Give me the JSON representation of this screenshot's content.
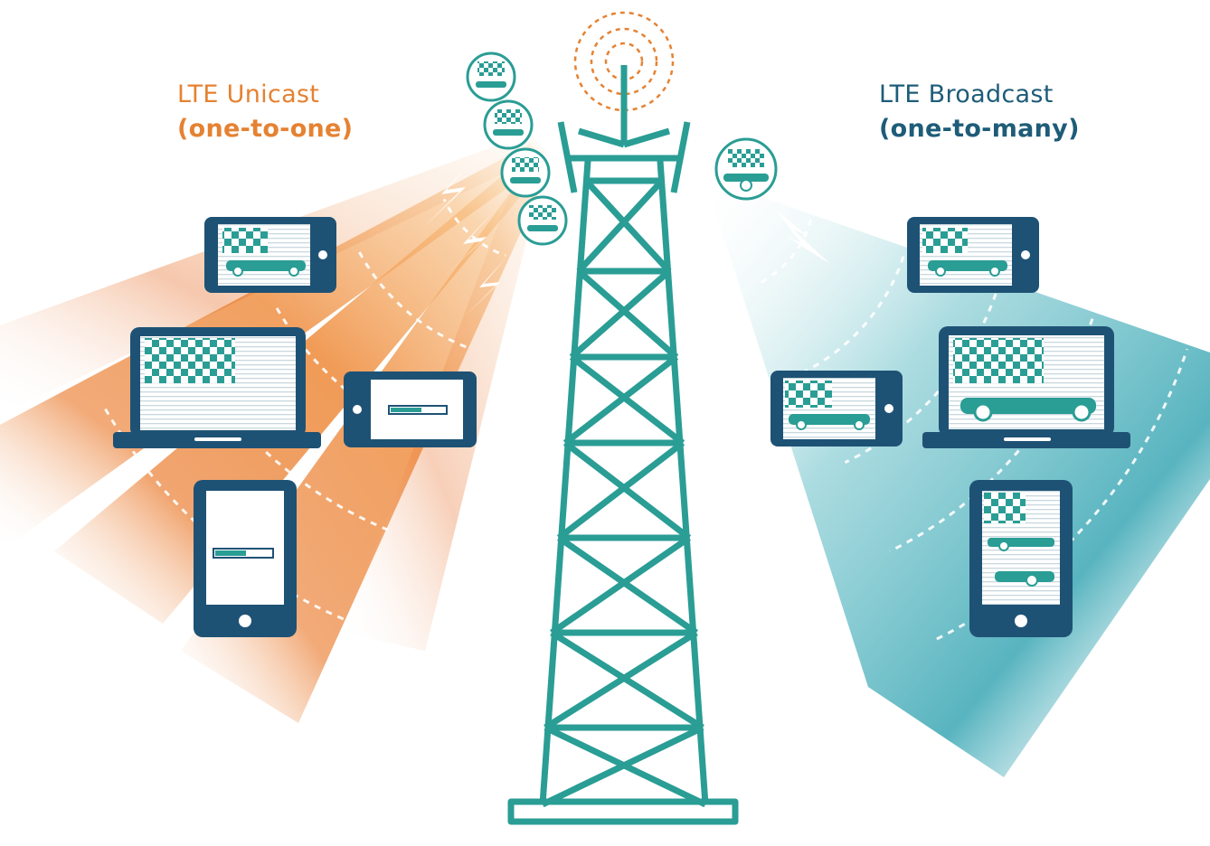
{
  "unicast": {
    "title": "LTE Unicast",
    "subtitle": "(one-to-one)",
    "color": "#e58232"
  },
  "broadcast": {
    "title": "LTE Broadcast",
    "subtitle": "(one-to-many)",
    "color": "#1e5c78"
  },
  "colors": {
    "tower": "#2a9d95",
    "device": "#1e5275",
    "unicast_beam": "#ea7a2c",
    "broadcast_beam": "#5cb6c0",
    "content": "#2a9d95"
  },
  "icons": {
    "tower": "cell-tower-icon",
    "device_content": "racing-checkered-flag-car-icon",
    "signal": "lightning-bolt-icon",
    "loading": "progress-bar-icon",
    "antenna_waves": "radio-waves-icon"
  }
}
